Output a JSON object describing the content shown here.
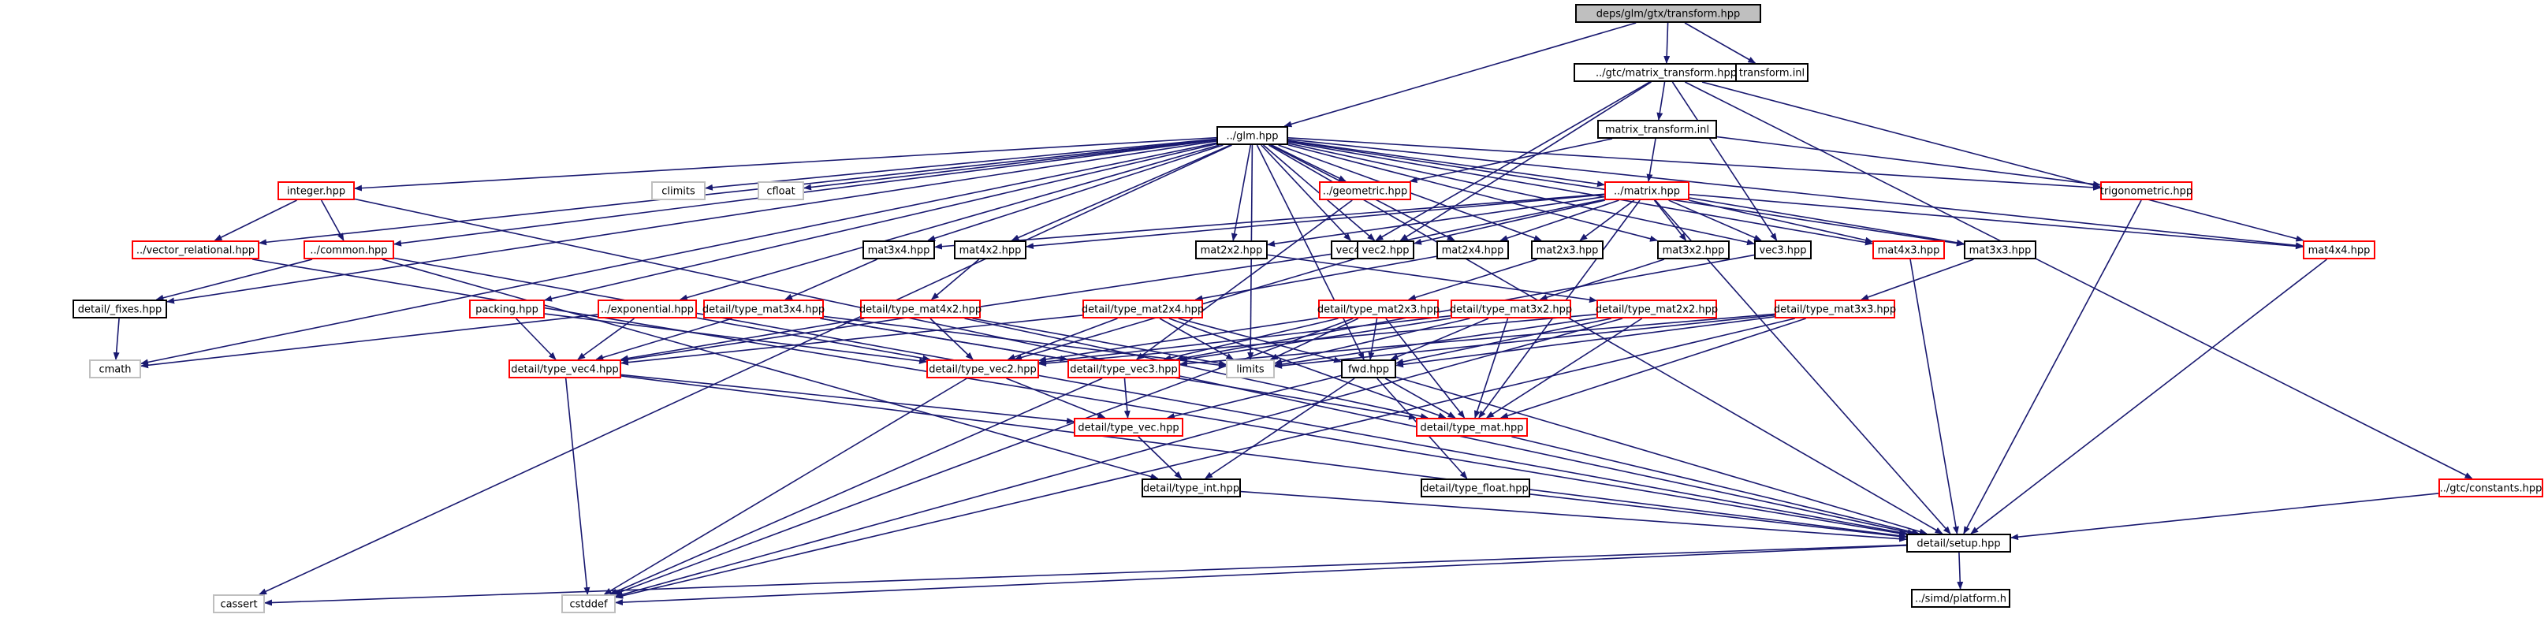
{
  "title": "deps/glm/gtx/transform.hpp",
  "colors": {
    "root_fill": "#bfbfbf",
    "normal_border": "#000000",
    "incomplete_border": "#ff0000",
    "external_border": "#bfbfbf",
    "edge": "#191970",
    "text": "#000000"
  },
  "nodes": [
    {
      "id": "root",
      "label": "deps/glm/gtx/transform.hpp",
      "kind": "root"
    },
    {
      "id": "gtc_mt",
      "label": "../gtc/matrix_transform.hpp",
      "kind": "normal"
    },
    {
      "id": "transform_inl",
      "label": "transform.inl",
      "kind": "normal"
    },
    {
      "id": "glm",
      "label": "../glm.hpp",
      "kind": "normal"
    },
    {
      "id": "mt_inl",
      "label": "matrix_transform.inl",
      "kind": "normal"
    },
    {
      "id": "integer",
      "label": "integer.hpp",
      "kind": "incomplete"
    },
    {
      "id": "climits",
      "label": "climits",
      "kind": "external"
    },
    {
      "id": "cfloat",
      "label": "cfloat",
      "kind": "external"
    },
    {
      "id": "geometric",
      "label": "../geometric.hpp",
      "kind": "incomplete"
    },
    {
      "id": "matrix",
      "label": "../matrix.hpp",
      "kind": "incomplete"
    },
    {
      "id": "trig",
      "label": "trigonometric.hpp",
      "kind": "incomplete"
    },
    {
      "id": "vecrel",
      "label": "../vector_relational.hpp",
      "kind": "incomplete"
    },
    {
      "id": "common",
      "label": "../common.hpp",
      "kind": "incomplete"
    },
    {
      "id": "mat3x4",
      "label": "mat3x4.hpp",
      "kind": "normal"
    },
    {
      "id": "mat4x2",
      "label": "mat4x2.hpp",
      "kind": "normal"
    },
    {
      "id": "mat2x2",
      "label": "mat2x2.hpp",
      "kind": "normal"
    },
    {
      "id": "vec4",
      "label": "vec4.hpp",
      "kind": "normal"
    },
    {
      "id": "vec2",
      "label": "vec2.hpp",
      "kind": "normal"
    },
    {
      "id": "mat2x4",
      "label": "mat2x4.hpp",
      "kind": "normal"
    },
    {
      "id": "mat2x3",
      "label": "mat2x3.hpp",
      "kind": "normal"
    },
    {
      "id": "mat3x2",
      "label": "mat3x2.hpp",
      "kind": "normal"
    },
    {
      "id": "vec3",
      "label": "vec3.hpp",
      "kind": "normal"
    },
    {
      "id": "mat4x3",
      "label": "mat4x3.hpp",
      "kind": "incomplete"
    },
    {
      "id": "mat3x3",
      "label": "mat3x3.hpp",
      "kind": "normal"
    },
    {
      "id": "mat4x4",
      "label": "mat4x4.hpp",
      "kind": "incomplete"
    },
    {
      "id": "fixes",
      "label": "detail/_fixes.hpp",
      "kind": "normal"
    },
    {
      "id": "packing",
      "label": "packing.hpp",
      "kind": "incomplete"
    },
    {
      "id": "exponential",
      "label": "../exponential.hpp",
      "kind": "incomplete"
    },
    {
      "id": "tmat3x4",
      "label": "detail/type_mat3x4.hpp",
      "kind": "incomplete"
    },
    {
      "id": "tmat4x2",
      "label": "detail/type_mat4x2.hpp",
      "kind": "incomplete"
    },
    {
      "id": "tmat2x4",
      "label": "detail/type_mat2x4.hpp",
      "kind": "incomplete"
    },
    {
      "id": "tmat2x3",
      "label": "detail/type_mat2x3.hpp",
      "kind": "incomplete"
    },
    {
      "id": "tmat3x2",
      "label": "detail/type_mat3x2.hpp",
      "kind": "incomplete"
    },
    {
      "id": "tmat2x2",
      "label": "detail/type_mat2x2.hpp",
      "kind": "incomplete"
    },
    {
      "id": "tmat3x3",
      "label": "detail/type_mat3x3.hpp",
      "kind": "incomplete"
    },
    {
      "id": "cmath",
      "label": "cmath",
      "kind": "external"
    },
    {
      "id": "tvec4",
      "label": "detail/type_vec4.hpp",
      "kind": "incomplete"
    },
    {
      "id": "tvec2",
      "label": "detail/type_vec2.hpp",
      "kind": "incomplete"
    },
    {
      "id": "tvec3",
      "label": "detail/type_vec3.hpp",
      "kind": "incomplete"
    },
    {
      "id": "limits",
      "label": "limits",
      "kind": "external"
    },
    {
      "id": "fwd",
      "label": "fwd.hpp",
      "kind": "normal"
    },
    {
      "id": "tvec",
      "label": "detail/type_vec.hpp",
      "kind": "incomplete"
    },
    {
      "id": "tmat",
      "label": "detail/type_mat.hpp",
      "kind": "incomplete"
    },
    {
      "id": "tfloat",
      "label": "detail/type_float.hpp",
      "kind": "normal"
    },
    {
      "id": "tint",
      "label": "detail/type_int.hpp",
      "kind": "normal"
    },
    {
      "id": "constants",
      "label": "../gtc/constants.hpp",
      "kind": "incomplete"
    },
    {
      "id": "setup",
      "label": "detail/setup.hpp",
      "kind": "normal"
    },
    {
      "id": "cassert",
      "label": "cassert",
      "kind": "external"
    },
    {
      "id": "cstddef",
      "label": "cstddef",
      "kind": "external"
    },
    {
      "id": "platform",
      "label": "../simd/platform.h",
      "kind": "normal"
    }
  ],
  "edges": [
    [
      "root",
      "gtc_mt"
    ],
    [
      "root",
      "transform_inl"
    ],
    [
      "root",
      "glm"
    ],
    [
      "gtc_mt",
      "mt_inl"
    ],
    [
      "gtc_mt",
      "constants"
    ],
    [
      "gtc_mt",
      "mat4x4"
    ],
    [
      "gtc_mt",
      "vec2"
    ],
    [
      "gtc_mt",
      "vec3"
    ],
    [
      "gtc_mt",
      "vec4"
    ],
    [
      "mt_inl",
      "geometric"
    ],
    [
      "mt_inl",
      "trig"
    ],
    [
      "mt_inl",
      "matrix"
    ],
    [
      "glm",
      "integer"
    ],
    [
      "glm",
      "climits"
    ],
    [
      "glm",
      "cfloat"
    ],
    [
      "glm",
      "geometric"
    ],
    [
      "glm",
      "matrix"
    ],
    [
      "glm",
      "trig"
    ],
    [
      "glm",
      "vecrel"
    ],
    [
      "glm",
      "common"
    ],
    [
      "glm",
      "fixes"
    ],
    [
      "glm",
      "cmath"
    ],
    [
      "glm",
      "cassert"
    ],
    [
      "glm",
      "limits"
    ],
    [
      "glm",
      "packing"
    ],
    [
      "glm",
      "exponential"
    ],
    [
      "glm",
      "mat3x4"
    ],
    [
      "glm",
      "mat4x2"
    ],
    [
      "glm",
      "mat2x2"
    ],
    [
      "glm",
      "vec4"
    ],
    [
      "glm",
      "vec2"
    ],
    [
      "glm",
      "mat2x4"
    ],
    [
      "glm",
      "mat2x3"
    ],
    [
      "glm",
      "mat3x2"
    ],
    [
      "glm",
      "vec3"
    ],
    [
      "glm",
      "mat4x3"
    ],
    [
      "glm",
      "mat3x3"
    ],
    [
      "glm",
      "mat4x4"
    ],
    [
      "glm",
      "setup"
    ],
    [
      "glm",
      "fwd"
    ],
    [
      "integer",
      "vecrel"
    ],
    [
      "integer",
      "common"
    ],
    [
      "integer",
      "setup"
    ],
    [
      "vecrel",
      "setup"
    ],
    [
      "common",
      "fixes"
    ],
    [
      "common",
      "setup"
    ],
    [
      "common",
      "tint"
    ],
    [
      "fixes",
      "cmath"
    ],
    [
      "matrix",
      "mat3x4"
    ],
    [
      "matrix",
      "mat4x2"
    ],
    [
      "matrix",
      "mat2x2"
    ],
    [
      "matrix",
      "vec4"
    ],
    [
      "matrix",
      "vec2"
    ],
    [
      "matrix",
      "mat2x4"
    ],
    [
      "matrix",
      "mat2x3"
    ],
    [
      "matrix",
      "mat3x2"
    ],
    [
      "matrix",
      "vec3"
    ],
    [
      "matrix",
      "mat4x3"
    ],
    [
      "matrix",
      "mat3x3"
    ],
    [
      "matrix",
      "mat4x4"
    ],
    [
      "matrix",
      "setup"
    ],
    [
      "matrix",
      "tmat"
    ],
    [
      "mat3x4",
      "tmat3x4"
    ],
    [
      "mat4x2",
      "tmat4x2"
    ],
    [
      "mat2x2",
      "tmat2x2"
    ],
    [
      "mat2x4",
      "tmat2x4"
    ],
    [
      "mat2x3",
      "tmat2x3"
    ],
    [
      "mat3x2",
      "tmat3x2"
    ],
    [
      "mat3x3",
      "tmat3x3"
    ],
    [
      "mat4x3",
      "setup"
    ],
    [
      "mat4x4",
      "setup"
    ],
    [
      "vec4",
      "tvec4"
    ],
    [
      "vec2",
      "tvec2"
    ],
    [
      "vec3",
      "tvec3"
    ],
    [
      "trig",
      "setup"
    ],
    [
      "geometric",
      "tvec3"
    ],
    [
      "packing",
      "tvec2"
    ],
    [
      "packing",
      "tvec4"
    ],
    [
      "exponential",
      "tvec4"
    ],
    [
      "exponential",
      "tvec2"
    ],
    [
      "exponential",
      "cmath"
    ],
    [
      "tmat3x4",
      "tvec3"
    ],
    [
      "tmat3x4",
      "tvec4"
    ],
    [
      "tmat3x4",
      "limits"
    ],
    [
      "tmat3x4",
      "tmat"
    ],
    [
      "tmat4x2",
      "tvec2"
    ],
    [
      "tmat4x2",
      "tvec4"
    ],
    [
      "tmat4x2",
      "limits"
    ],
    [
      "tmat4x2",
      "tmat"
    ],
    [
      "tmat2x4",
      "tvec2"
    ],
    [
      "tmat2x4",
      "tvec4"
    ],
    [
      "tmat2x4",
      "limits"
    ],
    [
      "tmat2x4",
      "tmat"
    ],
    [
      "tmat2x4",
      "fwd"
    ],
    [
      "tmat2x3",
      "tvec2"
    ],
    [
      "tmat2x3",
      "tvec3"
    ],
    [
      "tmat2x3",
      "limits"
    ],
    [
      "tmat2x3",
      "tmat"
    ],
    [
      "tmat2x3",
      "fwd"
    ],
    [
      "tmat2x3",
      "cstddef"
    ],
    [
      "tmat3x2",
      "tvec2"
    ],
    [
      "tmat3x2",
      "tvec3"
    ],
    [
      "tmat3x2",
      "limits"
    ],
    [
      "tmat3x2",
      "tmat"
    ],
    [
      "tmat3x2",
      "fwd"
    ],
    [
      "tmat2x2",
      "tvec2"
    ],
    [
      "tmat2x2",
      "limits"
    ],
    [
      "tmat2x2",
      "tmat"
    ],
    [
      "tmat2x2",
      "fwd"
    ],
    [
      "tmat2x2",
      "cstddef"
    ],
    [
      "tmat3x3",
      "tvec3"
    ],
    [
      "tmat3x3",
      "limits"
    ],
    [
      "tmat3x3",
      "tmat"
    ],
    [
      "tmat3x3",
      "fwd"
    ],
    [
      "tmat3x3",
      "cstddef"
    ],
    [
      "tvec4",
      "tvec"
    ],
    [
      "tvec4",
      "cstddef"
    ],
    [
      "tvec4",
      "setup"
    ],
    [
      "tvec2",
      "tvec"
    ],
    [
      "tvec2",
      "cstddef"
    ],
    [
      "tvec3",
      "tvec"
    ],
    [
      "tvec3",
      "cstddef"
    ],
    [
      "fwd",
      "tint"
    ],
    [
      "fwd",
      "tfloat"
    ],
    [
      "fwd",
      "tmat"
    ],
    [
      "fwd",
      "tvec"
    ],
    [
      "fwd",
      "setup"
    ],
    [
      "tvec",
      "tint"
    ],
    [
      "tint",
      "setup"
    ],
    [
      "tfloat",
      "setup"
    ],
    [
      "tmat",
      "setup"
    ],
    [
      "constants",
      "setup"
    ],
    [
      "setup",
      "cassert"
    ],
    [
      "setup",
      "cstddef"
    ],
    [
      "setup",
      "platform"
    ]
  ]
}
